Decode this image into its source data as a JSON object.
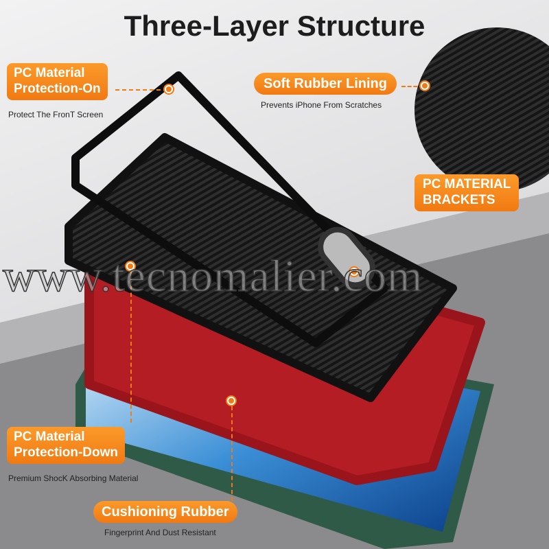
{
  "title": "Three-Layer Structure",
  "callouts": [
    {
      "label": "PC Material\nProtection-On",
      "desc": "Protect The FronT Screen"
    },
    {
      "label": "Soft Rubber Lining",
      "desc": "Prevents iPhone From Scratches"
    },
    {
      "label": "PC MATERIAL\nBRACKETS",
      "desc": ""
    },
    {
      "label": "PC Material\nProtection-Down",
      "desc": "Premium ShocK Absorbing Material"
    },
    {
      "label": "Cushioning Rubber",
      "desc": "Fingerprint And Dust Resistant"
    }
  ],
  "watermark": "www.tecnomalier.com",
  "colors": {
    "accent": "#f17a12",
    "case_red": "#b51d24",
    "phone_green": "#2f5a48"
  }
}
